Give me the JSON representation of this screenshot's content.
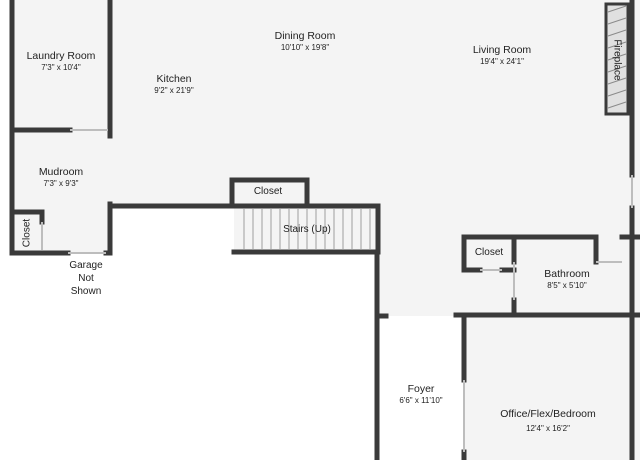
{
  "colors": {
    "wall": "#3a3a3a",
    "floor": "#f4f4f4",
    "outside": "#ffffff",
    "text": "#222222"
  },
  "rooms": {
    "laundry": {
      "name": "Laundry Room",
      "dims": "7'3\" x 10'4\""
    },
    "dining": {
      "name": "Dining Room",
      "dims": "10'10\" x 19'8\""
    },
    "kitchen": {
      "name": "Kitchen",
      "dims": "9'2\" x 21'9\""
    },
    "living": {
      "name": "Living Room",
      "dims": "19'4\" x 24'1\""
    },
    "mudroom": {
      "name": "Mudroom",
      "dims": "7'3\" x 9'3\""
    },
    "bathroom": {
      "name": "Bathroom",
      "dims": "8'5\" x 5'10\""
    },
    "foyer": {
      "name": "Foyer",
      "dims": "6'6\" x 11'10\""
    },
    "office": {
      "name": "Office/Flex/Bedroom",
      "dims": "12'4\" x 16'2\""
    }
  },
  "labels": {
    "closet_top": "Closet",
    "closet_right": "Closet",
    "closet_left": "Closet",
    "stairs": "Stairs (Up)",
    "fireplace": "Fireplace",
    "garage_line1": "Garage",
    "garage_line2": "Not",
    "garage_line3": "Shown"
  }
}
